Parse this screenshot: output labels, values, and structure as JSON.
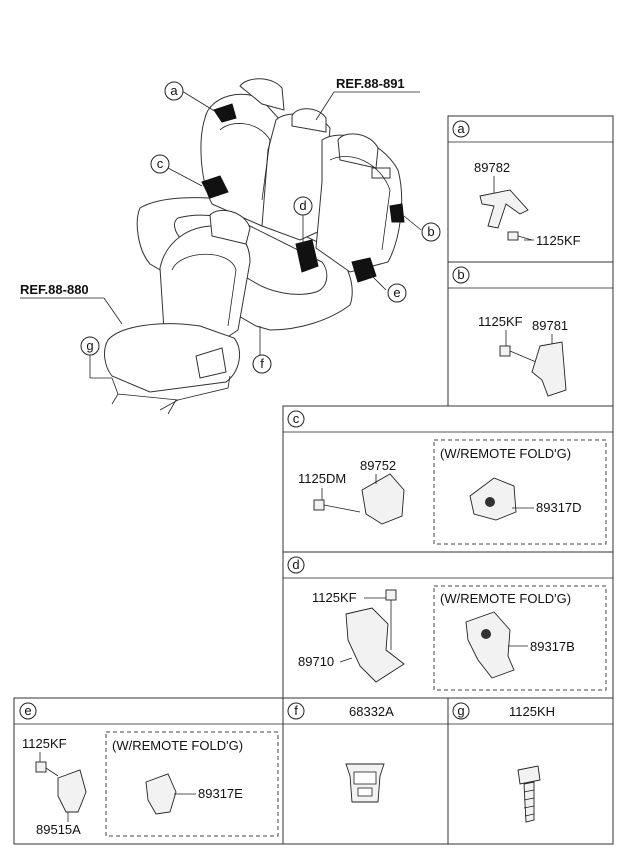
{
  "refs": {
    "upper": "REF.88-891",
    "lower": "REF.88-880"
  },
  "callouts": {
    "a": "a",
    "b": "b",
    "c": "c",
    "d": "d",
    "e": "e",
    "f": "f",
    "g": "g"
  },
  "panel_a": {
    "letter": "a",
    "parts": [
      "89782",
      "1125KF"
    ]
  },
  "panel_b": {
    "letter": "b",
    "parts": [
      "1125KF",
      "89781"
    ]
  },
  "panel_c": {
    "letter": "c",
    "parts": [
      "1125DM",
      "89752"
    ],
    "option_label": "(W/REMOTE FOLD'G)",
    "option_part": "89317D"
  },
  "panel_d": {
    "letter": "d",
    "parts": [
      "1125KF",
      "89710"
    ],
    "option_label": "(W/REMOTE FOLD'G)",
    "option_part": "89317B"
  },
  "panel_e": {
    "letter": "e",
    "parts": [
      "1125KF",
      "89515A"
    ],
    "option_label": "(W/REMOTE FOLD'G)",
    "option_part": "89317E"
  },
  "panel_f": {
    "letter": "f",
    "header_part": "68332A"
  },
  "panel_g": {
    "letter": "g",
    "header_part": "1125KH"
  },
  "icons": [
    "seat-assembly-drawing",
    "hinge-bracket",
    "bolt",
    "nut"
  ]
}
